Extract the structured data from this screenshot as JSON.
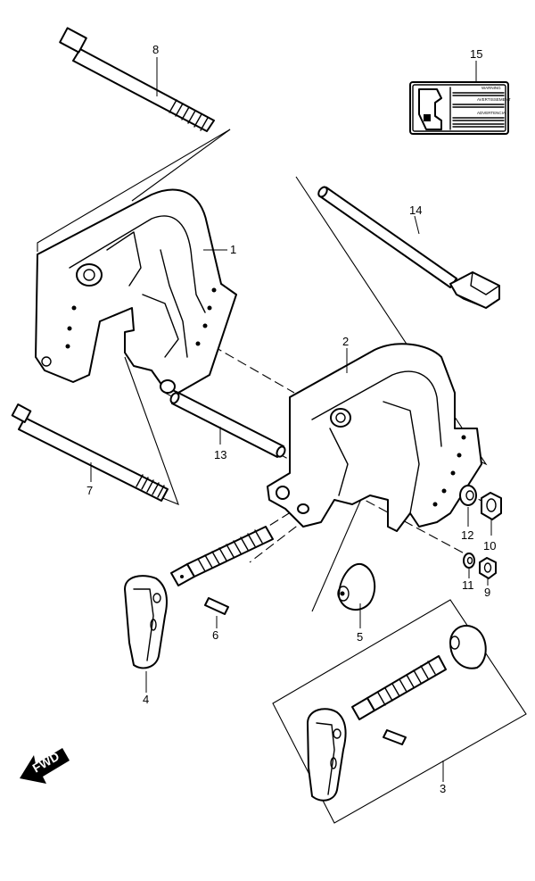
{
  "diagram": {
    "direction_badge": "FWD",
    "callouts": [
      {
        "id": "c1",
        "text": "1"
      },
      {
        "id": "c2",
        "text": "2"
      },
      {
        "id": "c3",
        "text": "3"
      },
      {
        "id": "c4",
        "text": "4"
      },
      {
        "id": "c5",
        "text": "5"
      },
      {
        "id": "c6",
        "text": "6"
      },
      {
        "id": "c7",
        "text": "7"
      },
      {
        "id": "c8",
        "text": "8"
      },
      {
        "id": "c9",
        "text": "9"
      },
      {
        "id": "c10",
        "text": "10"
      },
      {
        "id": "c11",
        "text": "11"
      },
      {
        "id": "c12",
        "text": "12"
      },
      {
        "id": "c13",
        "text": "13"
      },
      {
        "id": "c14",
        "text": "14"
      },
      {
        "id": "c15",
        "text": "15"
      }
    ],
    "label_decal": {
      "line1": "WARNING",
      "line2": "AVERTISSEMENT",
      "line3": "ADVERTENCIA"
    }
  }
}
